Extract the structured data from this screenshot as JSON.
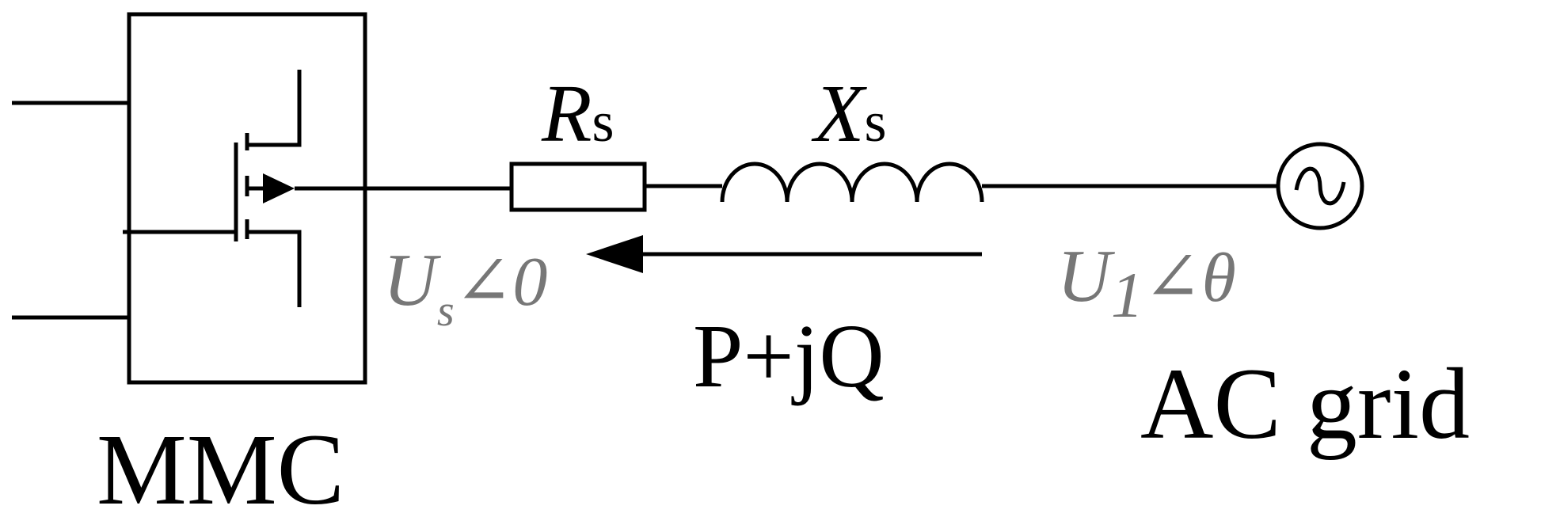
{
  "labels": {
    "resistor_main": "R",
    "resistor_sub": "s",
    "reactance_main": "X",
    "reactance_sub": "s",
    "converter_voltage_main": "U",
    "converter_voltage_sub": "s",
    "converter_voltage_angle": "∠0",
    "grid_voltage_main": "U",
    "grid_voltage_sub": "1",
    "grid_voltage_angle": "∠θ",
    "power_flow": "P+jQ",
    "converter_name": "MMC",
    "grid_name": "AC grid"
  },
  "icons": {
    "switch": "igbt-icon",
    "resistor": "resistor-icon",
    "inductor": "inductor-icon",
    "source": "ac-source-icon",
    "arrow": "left-arrow-icon"
  },
  "colors": {
    "line": "#000000",
    "voltage_label": "#777777"
  }
}
